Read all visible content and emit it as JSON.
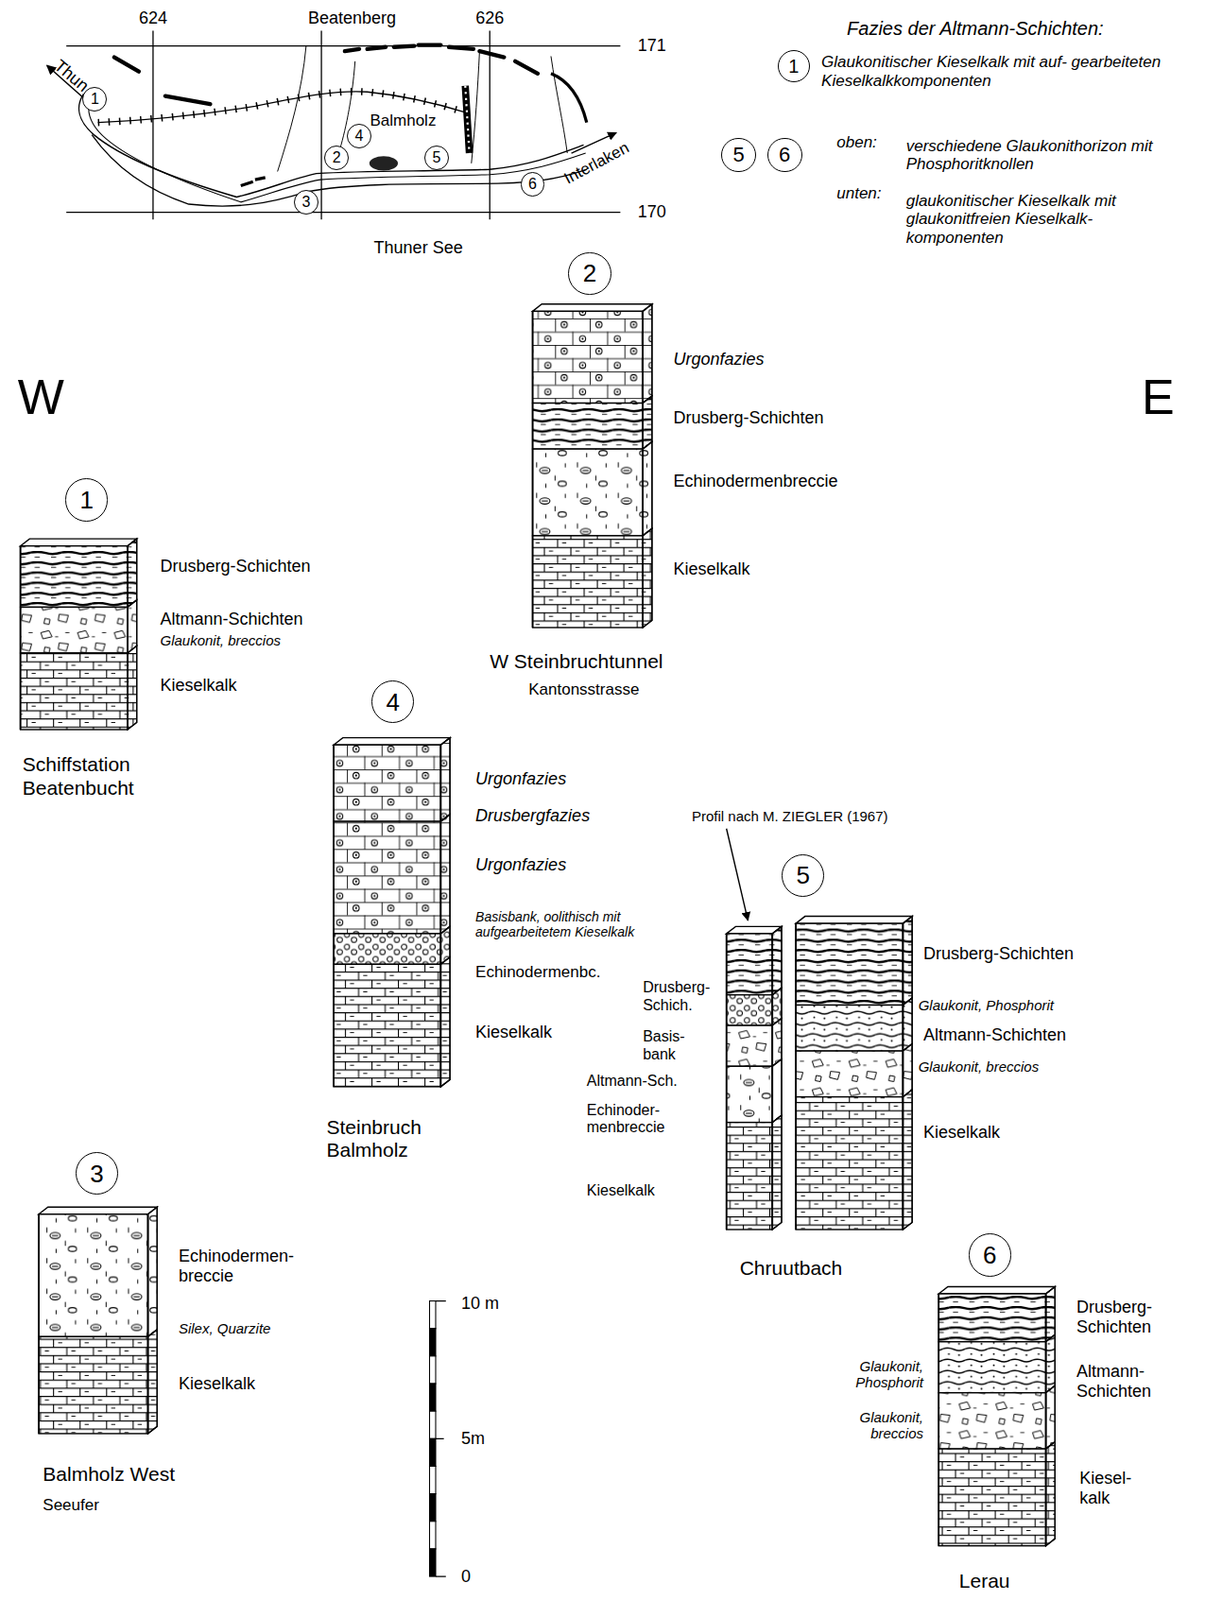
{
  "diagram": {
    "title": "Fazies der Altmann-Schichten:",
    "nodes": [
      {
        "text": [
          "1"
        ]
      },
      {
        "text": [
          "4"
        ]
      },
      {
        "text": [
          "2"
        ]
      },
      {
        "text": [
          "5"
        ]
      },
      {
        "text": [
          "3"
        ]
      },
      {
        "text": [
          "6"
        ]
      },
      {
        "text": [
          "1"
        ]
      },
      {
        "text": [
          "5"
        ]
      },
      {
        "text": [
          "6"
        ]
      },
      {
        "text": [
          "2"
        ]
      },
      {
        "text": [
          "1"
        ]
      },
      {
        "text": [
          "4"
        ]
      },
      {
        "text": [
          "5"
        ]
      },
      {
        "text": [
          "3"
        ]
      },
      {
        "text": [
          "6"
        ]
      }
    ],
    "labels": [
      "624",
      "Beatenberg",
      "626",
      "171",
      "170",
      "Thun",
      "Balmholz",
      "Interlaken",
      "Thuner See",
      "W",
      "E",
      "Glaukonitischer Kieselkalk mit auf- gearbeiteten Kieselkalkkomponenten",
      "oben:",
      "verschiedene Glaukonithorizon mit Phosphoritknollen",
      "unten:",
      "glaukonitischer Kieselkalk mit glaukonitfreien Kieselkalk- komponenten",
      "Drusberg-Schichten",
      "Altmann-Schichten",
      "Glaukonit, breccios",
      "Kieselkalk",
      "Schiffstation Beatenbucht",
      "Urgonfazies",
      "Drusberg-Schichten",
      "Echinodermenbreccie",
      "Kieselkalk",
      "W Steinbruchtunnel",
      "Kantonsstrasse",
      "Urgonfazies",
      "Drusbergfazies",
      "Urgonfazies",
      "Basisbank, oolithisch mit aufgearbeitetem Kieselkalk",
      "Echinodermenbc.",
      "Kieselkalk",
      "Steinbruch Balmholz",
      "Echinodermen- breccie",
      "Silex, Quarzite",
      "Kieselkalk",
      "Balmholz West",
      "Seeufer",
      "10 m",
      "5m",
      "0",
      "Profil nach M. ZIEGLER (1967)",
      "Drusberg- Schich.",
      "Basis- bank",
      "Altmann-Sch.",
      "Echinoder- menbreccie",
      "Kieselkalk",
      "Drusberg-Schichten",
      "Glaukonit, Phosphorit",
      "Altmann-Schichten",
      "Glaukonit, breccios",
      "Kieselkalk",
      "Chruutbach",
      "Drusberg- Schichten",
      "Altmann- Schichten",
      "Glaukonit, Phosphorit",
      "Glaukonit, breccios",
      "Kiesel- kalk",
      "Lerau"
    ]
  }
}
